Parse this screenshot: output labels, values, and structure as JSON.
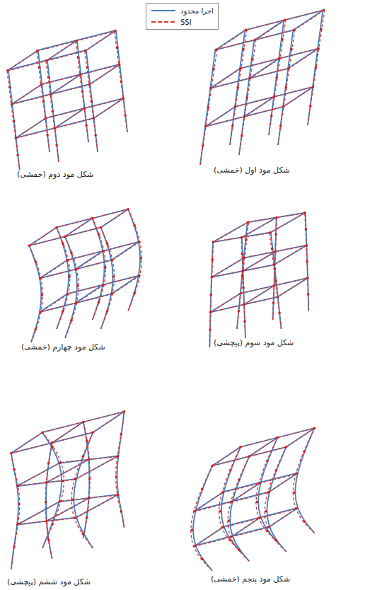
{
  "diagram": {
    "labels": [
      "شکل مود اول (خمشی)",
      "شکل مود دوم (خمشی)",
      "شکل مود سوم (پیچشی)",
      "شکل مود چهارم (خمشی)",
      "شکل مود پنجم (خمشی)",
      "شکل مود ششم (پیچشی)"
    ],
    "legend": [
      {
        "text": "اجرا محدود"
      },
      {
        "text": "SSI"
      }
    ]
  }
}
